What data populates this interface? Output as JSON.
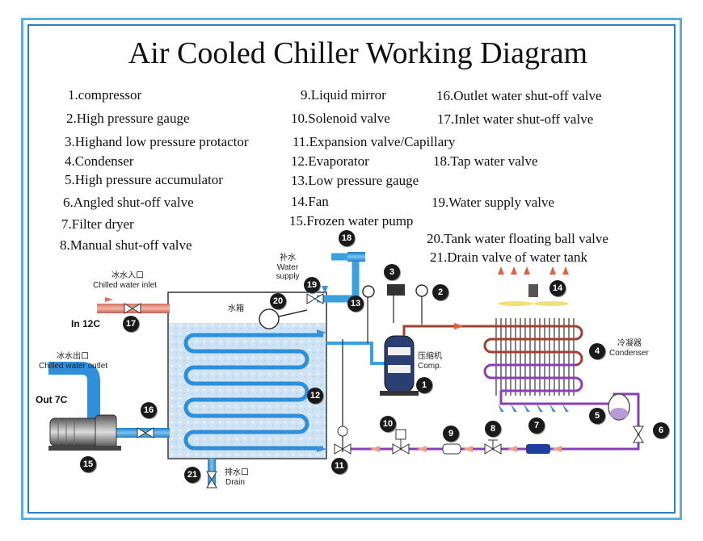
{
  "title": "Air Cooled Chiller Working Diagram",
  "legend": [
    "1.compressor",
    "2.High pressure gauge",
    "3.Highand low pressure protactor",
    "4.Condenser",
    "5.High pressure accumulator",
    "6.Angled shut-off valve",
    "7.Filter dryer",
    "8.Manual shut-off valve",
    "9.Liquid mirror",
    "10.Solenoid valve",
    "11.Expansion valve/Capillary",
    "12.Evaporator",
    "13.Low pressure gauge",
    "14.Fan",
    "15.Frozen water pump",
    "16.Outlet water shut-off valve",
    "17.Inlet water shut-off valve",
    "18.Tap water valve",
    "19.Water supply valve",
    "20.Tank water floating ball valve",
    "21.Drain valve of water tank"
  ],
  "labels": {
    "chilled_inlet_cn": "冰水入口",
    "chilled_inlet_en": "Chilled water inlet",
    "chilled_outlet_cn": "冰水出口",
    "chilled_outlet_en": "Chilled water outlet",
    "in_temp": "In 12C",
    "out_temp": "Out 7C",
    "water_supply_cn": "补水",
    "water_supply_en": "Water supply",
    "tank_cn": "水箱",
    "comp_cn": "压缩机",
    "comp_en": "Comp.",
    "condenser_cn": "冷凝器",
    "condenser_en": "Condenser",
    "drain_cn": "排水口",
    "drain_en": "Drain"
  },
  "badges": [
    "1",
    "2",
    "3",
    "4",
    "5",
    "6",
    "7",
    "8",
    "9",
    "10",
    "11",
    "12",
    "13",
    "14",
    "15",
    "16",
    "17",
    "18",
    "19",
    "20",
    "21"
  ],
  "colors": {
    "frame_outer": "#5ab0dc",
    "frame_inner": "#2f7fc0",
    "water_pipe": "#3aa0e0",
    "refrigerant_hot": "#a04030",
    "refrigerant_cold": "#8a3fb8",
    "coil": "#2f8fd8",
    "arrow_hot": "#e06040",
    "arrow_cold": "#4090e0"
  }
}
